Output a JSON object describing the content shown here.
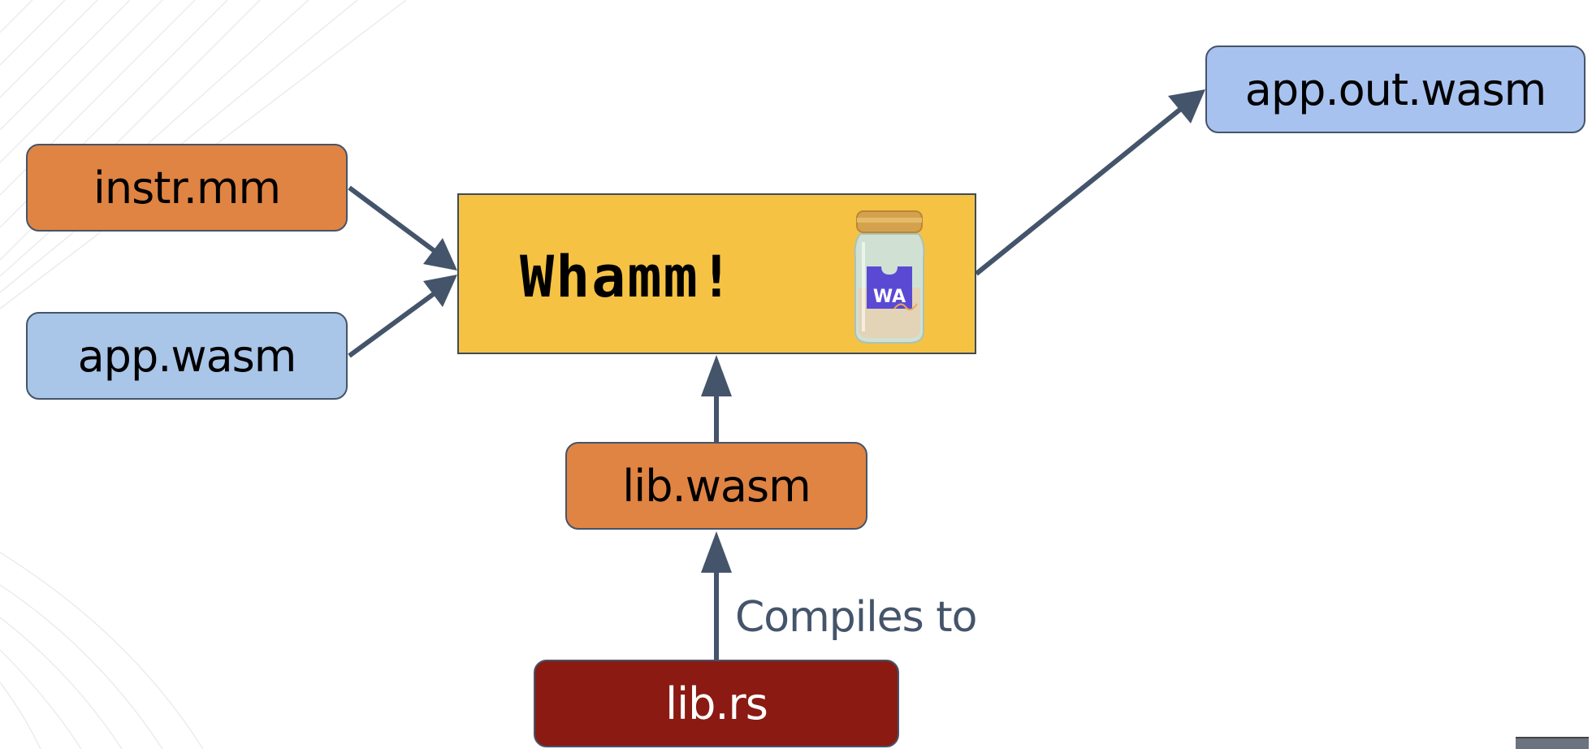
{
  "nodes": {
    "instr": "instr.mm",
    "app": "app.wasm",
    "app_out": "app.out.wasm",
    "whamm": "Whamm!",
    "lib_wasm": "lib.wasm",
    "lib_rs": "lib.rs"
  },
  "edge_labels": {
    "compiles_to": "Compiles to"
  },
  "icons": {
    "jar": "wasm-jar-icon",
    "jar_badge": "WA"
  },
  "colors": {
    "input_source": "#e08443",
    "input_binary": "#a9c5e8",
    "output_binary": "#a8c2ef",
    "tool": "#f5c244",
    "rust_source": "#8b1a12",
    "arrow": "#44546a"
  }
}
